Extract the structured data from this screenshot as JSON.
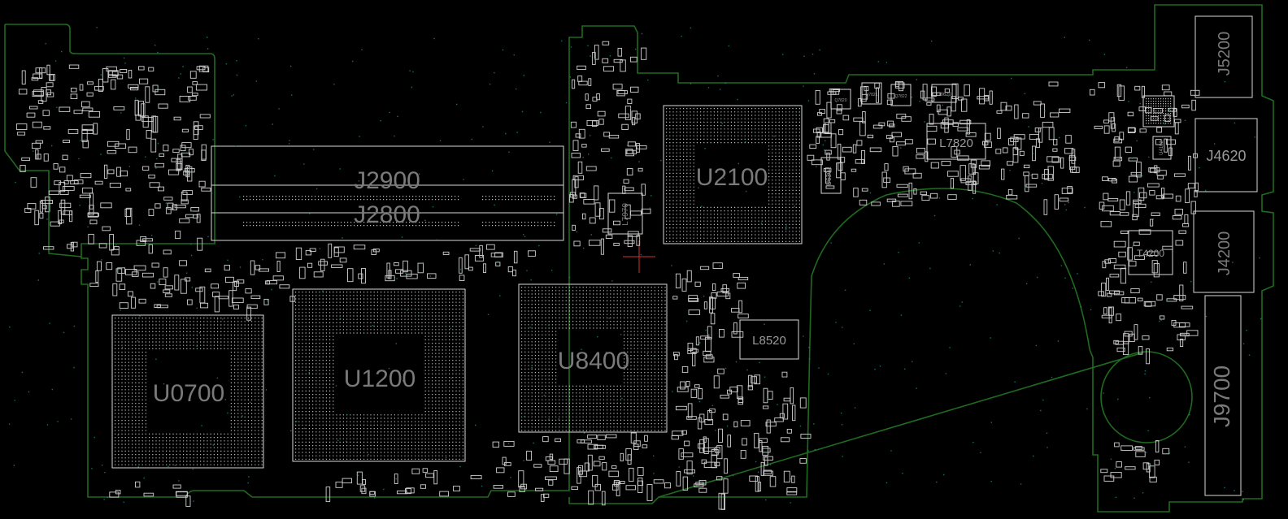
{
  "board": {
    "outline_color": "#1f6b1f",
    "component_color": "#d8d8d8",
    "label_color": "#7a7a7a",
    "via_color": "#1e8a8a",
    "crosshair_color": "#cc3333"
  },
  "labels": {
    "j2900": "J2900",
    "j2800": "J2800",
    "u2100": "U2100",
    "u0700": "U0700",
    "u1200": "U1200",
    "u8400": "U8400",
    "l7820": "L7820",
    "l8520": "L8520",
    "l7970": "L7970",
    "j5200": "J5200",
    "j4620": "J4620",
    "j4200": "J4200",
    "j9700": "J9700",
    "t4200": "T4200",
    "u6301": "U6301",
    "u4102": "U4102",
    "q7820": "Q7820",
    "q7821": "Q7821",
    "q7822": "Q7822",
    "u8620": "U8620"
  }
}
